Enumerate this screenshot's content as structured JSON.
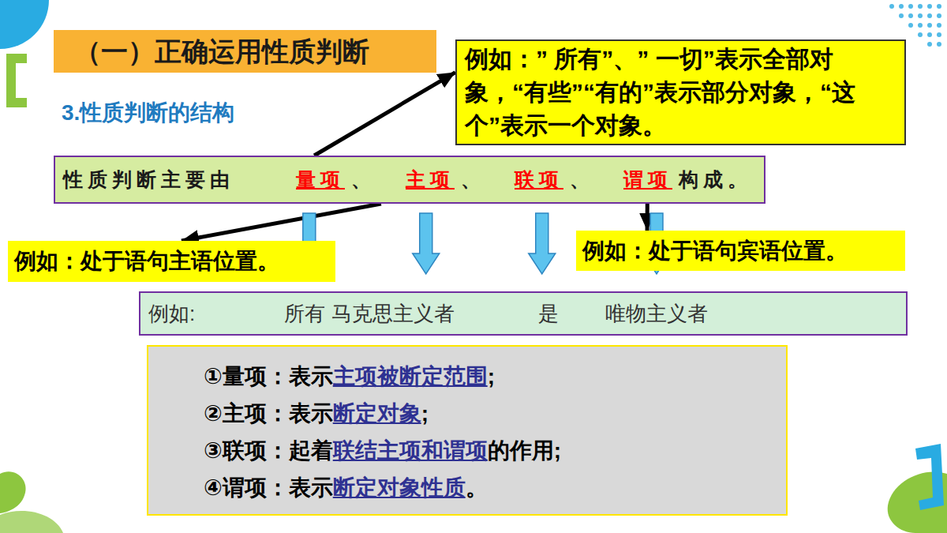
{
  "diagram": {
    "nodes": [
      {
        "text": [
          "（一）正确运用性质判断"
        ]
      },
      {
        "text": [
          "例如：” 所有”、” 一切”表示全部对象，“有些”“有的”表示部分对象，“这个”表示一个对象。"
        ]
      },
      {
        "text": [
          "性质判断主要由",
          "量项",
          "、",
          "主项",
          "、",
          "联项",
          "、",
          "谓项",
          "构成。"
        ]
      },
      {
        "text": [
          "例如：处于语句主语位置。"
        ]
      },
      {
        "text": [
          "例如：处于语句宾语位置。"
        ]
      },
      {
        "text": [
          "例如:",
          "所有",
          "马克思主义者",
          "是",
          "唯物主义者"
        ]
      },
      {
        "text": [
          "①量项：表示",
          "主项被断定范围",
          ";",
          "②主项：表示",
          "断定对象",
          ";",
          "③联项：起着",
          "联结主项和谓项",
          "的作用;",
          "④谓项：表示",
          "断定对象性质",
          "。"
        ]
      }
    ],
    "edges": [
      {
        "from": 2,
        "to": 1,
        "arrow": "to"
      },
      {
        "from": 2,
        "to": 3,
        "arrow": "to"
      },
      {
        "from": 2,
        "to": 4,
        "arrow": "to"
      },
      {
        "from": 2,
        "to": 5,
        "arrow": "to"
      },
      {
        "from": 2,
        "to": 5,
        "arrow": "to"
      },
      {
        "from": 2,
        "to": 5,
        "arrow": "to"
      },
      {
        "from": 2,
        "to": 5,
        "arrow": "to"
      }
    ],
    "labels": [
      "3.性质判断的结构"
    ]
  }
}
